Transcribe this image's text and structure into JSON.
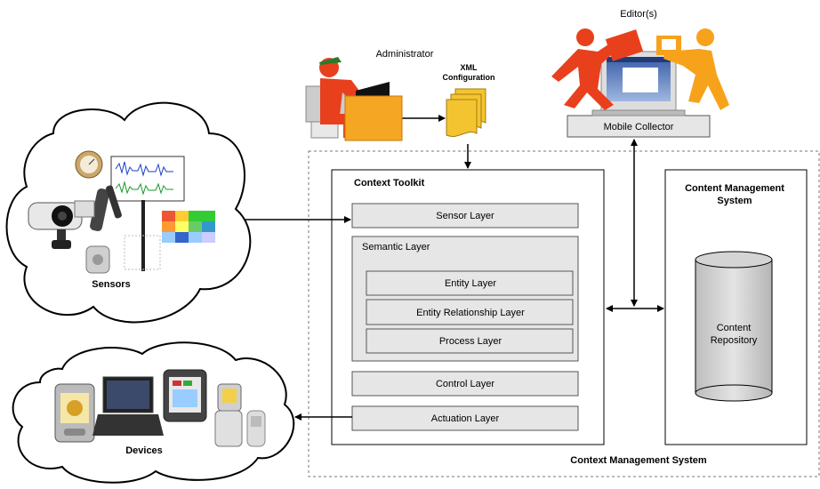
{
  "labels": {
    "administrator": "Administrator",
    "xml_line1": "XML",
    "xml_line2": "Configuration",
    "editors": "Editor(s)",
    "mobile_collector": "Mobile Collector",
    "sensors": "Sensors",
    "devices": "Devices",
    "context_toolkit": "Context Toolkit",
    "sensor_layer": "Sensor Layer",
    "semantic_layer": "Semantic Layer",
    "entity_layer": "Entity Layer",
    "entity_relationship_layer": "Entity Relationship Layer",
    "process_layer": "Process Layer",
    "control_layer": "Control Layer",
    "actuation_layer": "Actuation Layer",
    "cms_line1": "Content Management",
    "cms_line2": "System",
    "repo_line1": "Content",
    "repo_line2": "Repository",
    "context_management_system": "Context Management System"
  },
  "colors": {
    "layer_fill": "#e6e6e6",
    "layer_stroke": "#555555",
    "admin_orange": "#f5a623",
    "editor_red": "#e8401c",
    "editor_orange": "#f7a21b",
    "folder_yellow": "#f4c430"
  }
}
